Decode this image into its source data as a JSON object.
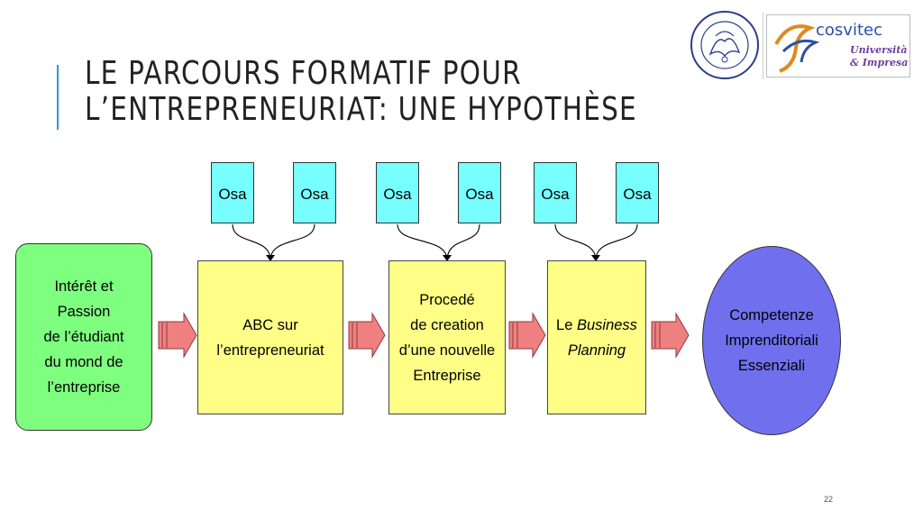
{
  "slide": {
    "title_line1": "Le parcours formatif pour",
    "title_line2": "l’entrepreneuriat: une hypothèse",
    "page_number": "22"
  },
  "logos": {
    "cosvitec_word": "cosvitec",
    "cosvitec_sub1": "Università",
    "cosvitec_sub2": "& Impresa"
  },
  "diagram": {
    "osa": [
      "Osa",
      "Osa",
      "Osa",
      "Osa",
      "Osa",
      "Osa"
    ],
    "start_lines": [
      "Intérêt et",
      "Passion",
      "de l’étudiant",
      "du mond de",
      "l’entreprise"
    ],
    "step1_lines": [
      "ABC sur",
      "l’entrepreneuriat"
    ],
    "step2_lines": [
      "Procedé",
      "de creation",
      "d’une nouvelle",
      "Entreprise"
    ],
    "step3_prefix": "Le ",
    "step3_italic1": "Business",
    "step3_italic2": "Planning",
    "end_lines": [
      "Competenze",
      "Imprenditoriali",
      "Essenziali"
    ]
  },
  "colors": {
    "accent": "#2a9bd3",
    "osa_fill": "#77ffff",
    "step_fill": "#ffff88",
    "start_fill": "#7fff7f",
    "end_fill": "#7070ee",
    "arrow_fill": "#f08080"
  }
}
